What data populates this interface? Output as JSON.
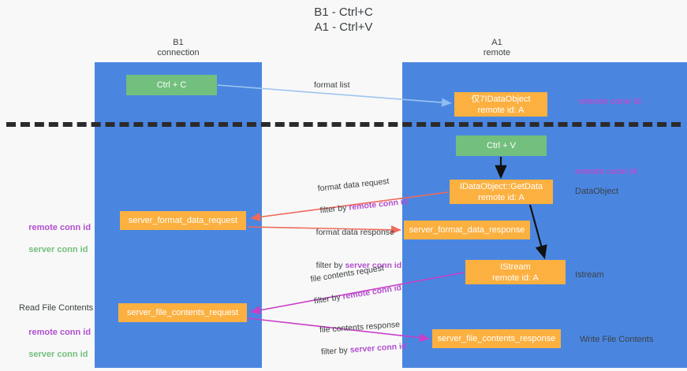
{
  "title": "B1 - Ctrl+C\nA1 - Ctrl+V",
  "lanes": {
    "b1": {
      "name": "B1\nconnection",
      "color": "#4a86e0"
    },
    "a1": {
      "name": "A1\nremote",
      "color": "#4a86e0"
    }
  },
  "boxes": {
    "ctrl_c": "Ctrl + C",
    "ctrl_v": "Ctrl + V",
    "idataobject": "仅7IDataObject\nremote id: A",
    "getdata": "IDataObject::GetData\nremote id: A",
    "server_format_data_request": "server_format_data_request",
    "server_format_data_response": "server_format_data_response",
    "istream": "IStream\nremote id: A",
    "server_file_contents_request": "server_file_contents_request",
    "server_file_contents_response": "server_file_contents_response"
  },
  "edges": {
    "format_list": "format list",
    "format_data_request": "format data request",
    "format_data_request_filter_prefix": "filter by ",
    "format_data_request_filter_key": "remote conn id",
    "format_data_response": "format data response",
    "format_data_response_filter_prefix": "filter by ",
    "format_data_response_filter_key": "server conn id",
    "file_contents_request": "file contents request",
    "file_contents_request_filter_prefix": "filter by ",
    "file_contents_request_filter_key": "remote conn id",
    "file_contents_response": "file contents response",
    "file_contents_response_filter_prefix": "filter by ",
    "file_contents_response_filter_key": "server conn id"
  },
  "side_labels": {
    "right_remote_conn_id_top": "remote conn id",
    "right_remote_conn_id_mid": "remote conn id",
    "right_dataobject": "DataObject",
    "right_istream": "Istream",
    "right_write_file_contents": "Write File Contents",
    "left_remote_conn_id": "remote conn id",
    "left_server_conn_id": "server conn id",
    "left_read_file_contents": "Read File Contents",
    "left_remote_conn_id_2": "remote conn id",
    "left_server_conn_id_2": "server conn id"
  },
  "colors": {
    "lane": "#4a86e0",
    "green_box": "#73bf7d",
    "orange_box": "#fbb040",
    "purple_text": "#b24fd0",
    "green_text": "#73bf7d",
    "arrow_blue": "#9fc5f0",
    "arrow_red": "#ef6a5a",
    "arrow_magenta": "#c83fc8",
    "arrow_black": "#111111",
    "divider": "#2b2b2b",
    "background": "#f8f8f8"
  }
}
